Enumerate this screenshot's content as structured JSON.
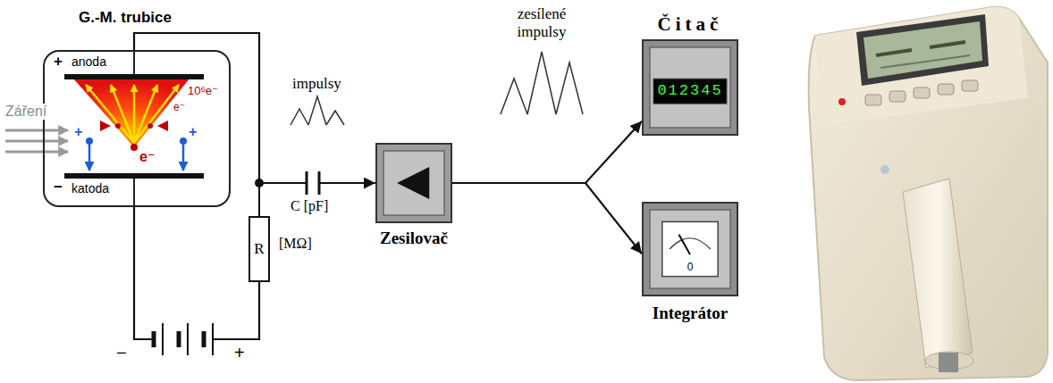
{
  "diagram": {
    "nodes": [
      {
        "text": [
          "G.-M. trubice"
        ]
      },
      {
        "text": [
          "R",
          "[MΩ]"
        ]
      },
      {
        "text": [
          "Zesilovač"
        ]
      },
      {
        "text": [
          "Čitač",
          "012345"
        ]
      },
      {
        "text": [
          "Integrátor",
          "0"
        ]
      }
    ],
    "edges": [
      {
        "from": 0,
        "to": 2,
        "arrow": "to"
      },
      {
        "from": 0,
        "to": 1,
        "arrow": "none"
      },
      {
        "from": 2,
        "to": 3,
        "arrow": "to"
      },
      {
        "from": 2,
        "to": 4,
        "arrow": "to"
      }
    ],
    "labels": [
      "+",
      "anoda",
      "Záření",
      "10⁶e⁻",
      "e⁻",
      "e⁻",
      "+",
      "+",
      "−",
      "katoda",
      "impulsy",
      "C [pF]",
      "−",
      "+",
      "zesílené impulsy"
    ]
  }
}
